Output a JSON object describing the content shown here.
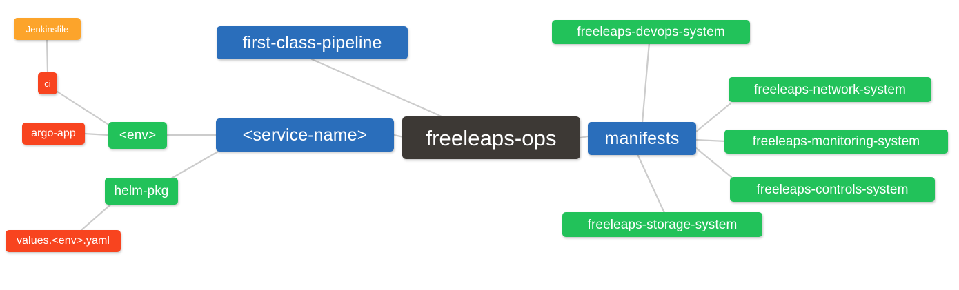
{
  "diagram": {
    "type": "mindmap",
    "root": "freeleaps-ops",
    "background": "#ffffff",
    "edge_color": "#cccccc"
  },
  "palette": {
    "root_dark": "#3d3935",
    "blue": "#2a6ebb",
    "green": "#22c25a",
    "orange": "#fca42b",
    "red": "#f8441f",
    "edge": "#cccccc",
    "text": "#ffffff"
  },
  "nodes": {
    "root": {
      "label": "freeleaps-ops",
      "color": "#3d3935"
    },
    "service_name": {
      "label": "<service-name>",
      "color": "#2a6ebb"
    },
    "first_class_pipeline": {
      "label": "first-class-pipeline",
      "color": "#2a6ebb"
    },
    "manifests": {
      "label": "manifests",
      "color": "#2a6ebb"
    },
    "env": {
      "label": "<env>",
      "color": "#22c25a"
    },
    "helm_pkg": {
      "label": "helm-pkg",
      "color": "#22c25a"
    },
    "jenkinsfile": {
      "label": "Jenkinsfile",
      "color": "#fca42b"
    },
    "ci": {
      "label": "ci",
      "color": "#f8441f"
    },
    "argo_app": {
      "label": "argo-app",
      "color": "#f8441f"
    },
    "values_yaml": {
      "label": "values.<env>.yaml",
      "color": "#f8441f"
    },
    "devops_system": {
      "label": "freeleaps-devops-system",
      "color": "#22c25a"
    },
    "network_system": {
      "label": "freeleaps-network-system",
      "color": "#22c25a"
    },
    "monitoring_system": {
      "label": "freeleaps-monitoring-system",
      "color": "#22c25a"
    },
    "controls_system": {
      "label": "freeleaps-controls-system",
      "color": "#22c25a"
    },
    "storage_system": {
      "label": "freeleaps-storage-system",
      "color": "#22c25a"
    }
  },
  "edges": [
    {
      "from": "root",
      "to": "service_name"
    },
    {
      "from": "root",
      "to": "first_class_pipeline"
    },
    {
      "from": "root",
      "to": "manifests"
    },
    {
      "from": "service_name",
      "to": "env"
    },
    {
      "from": "service_name",
      "to": "helm_pkg"
    },
    {
      "from": "env",
      "to": "ci"
    },
    {
      "from": "env",
      "to": "argo_app"
    },
    {
      "from": "ci",
      "to": "jenkinsfile"
    },
    {
      "from": "helm_pkg",
      "to": "values_yaml"
    },
    {
      "from": "manifests",
      "to": "devops_system"
    },
    {
      "from": "manifests",
      "to": "network_system"
    },
    {
      "from": "manifests",
      "to": "monitoring_system"
    },
    {
      "from": "manifests",
      "to": "controls_system"
    },
    {
      "from": "manifests",
      "to": "storage_system"
    }
  ]
}
